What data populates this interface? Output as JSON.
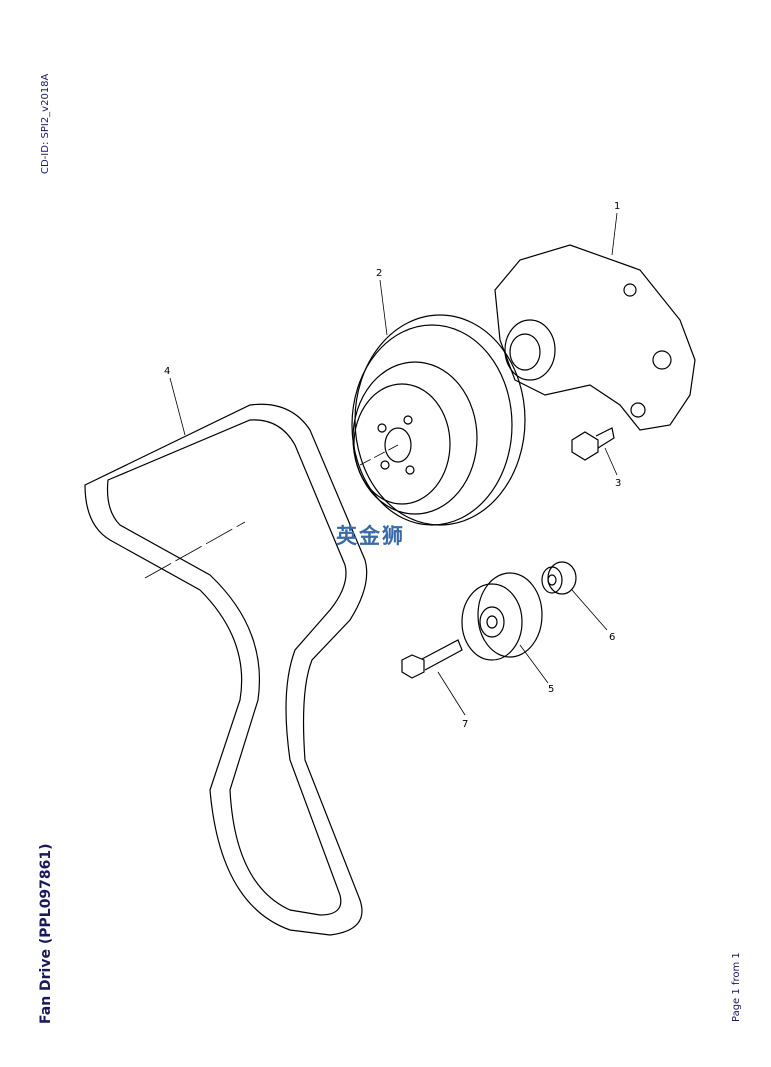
{
  "cd_id": "CD-ID: SPI2_v2018A",
  "title": "Fan Drive (PPL097861)",
  "page_info": "Page 1 from 1",
  "watermark": "英金狮",
  "callouts": [
    "1",
    "2",
    "3",
    "4",
    "5",
    "6",
    "7"
  ]
}
